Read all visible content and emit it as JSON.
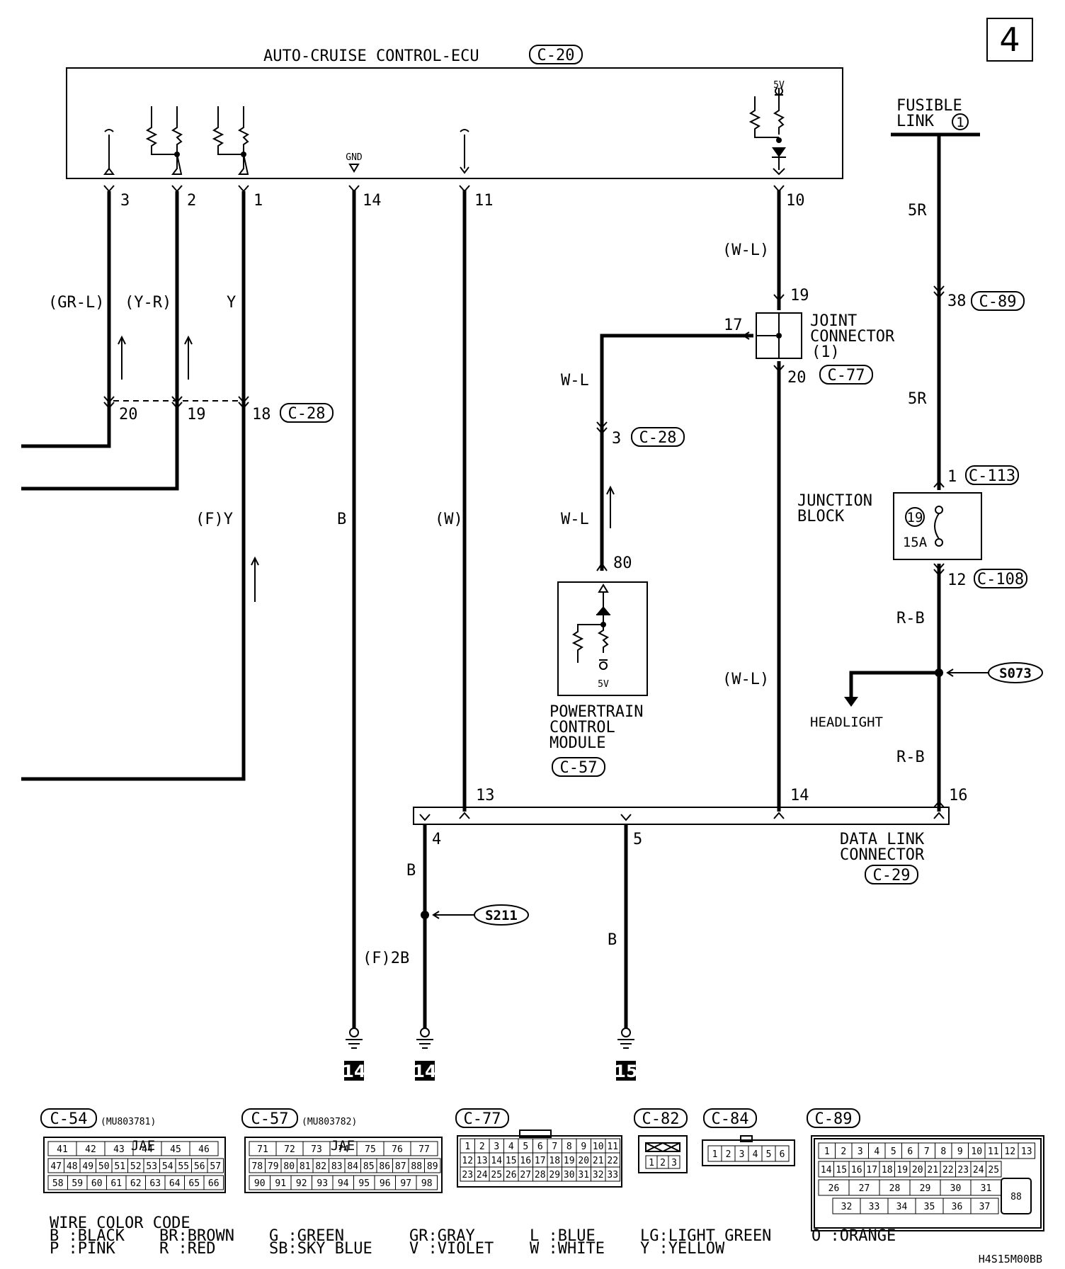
{
  "page_number": "4",
  "ecu": {
    "title": "AUTO-CRUISE CONTROL-ECU",
    "connector": "C-20",
    "gnd_label": "GND",
    "vref": "5V"
  },
  "ecu_pins": [
    "3",
    "2",
    "1",
    "14",
    "11",
    "10"
  ],
  "fusible_link": {
    "line1": "FUSIBLE",
    "line2": "LINK",
    "number": "1"
  },
  "wire_labels": {
    "gr_l": "(GR-L)",
    "y_r": "(Y-R)",
    "y": "Y",
    "f_y": "(F)Y",
    "b_main": "B",
    "w_paren": "(W)",
    "wl_paren_top": "(W-L)",
    "wl_paren_bottom": "(W-L)",
    "wl_1": "W-L",
    "wl_2": "W-L",
    "fivr_1": "5R",
    "fivr_2": "5R",
    "rb_1": "R-B",
    "rb_2": "R-B",
    "b_dlc4": "B",
    "f_2b": "(F)2B",
    "b_dlc5": "B"
  },
  "c28_pins": {
    "p20": "20",
    "p19": "19",
    "p18": "18",
    "ref": "C-28"
  },
  "joint_connector": {
    "line1": "JOINT",
    "line2": "CONNECTOR",
    "line3": "(1)",
    "pin_in": "19",
    "pin_left": "17",
    "pin_out": "20",
    "ref": "C-77"
  },
  "c28_pin3": {
    "pin": "3",
    "ref": "C-28"
  },
  "pcm": {
    "pin": "80",
    "vref": "5V",
    "line1": "POWERTRAIN",
    "line2": "CONTROL",
    "line3": "MODULE",
    "ref": "C-57"
  },
  "c89_pin": {
    "pin": "38",
    "ref": "C-89"
  },
  "junction_block": {
    "line1": "JUNCTION",
    "line2": "BLOCK",
    "pin_in": "1",
    "ref_in": "C-113",
    "fuse_no": "19",
    "fuse_rating": "15A",
    "pin_out": "12",
    "ref_out": "C-108"
  },
  "headlight": "HEADLIGHT",
  "splices": {
    "s073": "S073",
    "s211": "S211"
  },
  "dlc": {
    "line1": "DATA LINK",
    "line2": "CONNECTOR",
    "ref": "C-29",
    "top_pins": [
      "13",
      "14",
      "16"
    ],
    "bottom_pins": [
      "4",
      "5"
    ]
  },
  "grounds": [
    "14",
    "14",
    "15"
  ],
  "connectors": {
    "c54": {
      "ref": "C-54",
      "part": "(MU803781)",
      "maker": "JAE",
      "rows": [
        [
          "41",
          "42",
          "43",
          "44",
          "45",
          "46"
        ],
        [
          "47",
          "48",
          "49",
          "50",
          "51",
          "52",
          "53",
          "54",
          "55",
          "56",
          "57"
        ],
        [
          "58",
          "59",
          "60",
          "61",
          "62",
          "63",
          "64",
          "65",
          "66"
        ]
      ]
    },
    "c57": {
      "ref": "C-57",
      "part": "(MU803782)",
      "maker": "JAE",
      "rows": [
        [
          "71",
          "72",
          "73",
          "74",
          "75",
          "76",
          "77"
        ],
        [
          "78",
          "79",
          "80",
          "81",
          "82",
          "83",
          "84",
          "85",
          "86",
          "87",
          "88",
          "89"
        ],
        [
          "90",
          "91",
          "92",
          "93",
          "94",
          "95",
          "96",
          "97",
          "98"
        ]
      ]
    },
    "c77": {
      "ref": "C-77",
      "rows": [
        [
          "1",
          "2",
          "3",
          "4",
          "5",
          "6",
          "7",
          "8",
          "9",
          "10",
          "11"
        ],
        [
          "12",
          "13",
          "14",
          "15",
          "16",
          "17",
          "18",
          "19",
          "20",
          "21",
          "22"
        ],
        [
          "23",
          "24",
          "25",
          "26",
          "27",
          "28",
          "29",
          "30",
          "31",
          "32",
          "33"
        ]
      ]
    },
    "c82": {
      "ref": "C-82",
      "pins": [
        "1",
        "2",
        "3"
      ]
    },
    "c84": {
      "ref": "C-84",
      "pins": [
        "1",
        "2",
        "3",
        "4",
        "5",
        "6"
      ]
    },
    "c89": {
      "ref": "C-89",
      "row1": [
        "1",
        "2",
        "3",
        "4",
        "5",
        "6",
        "7",
        "8",
        "9",
        "10",
        "11",
        "12",
        "13"
      ],
      "row2": [
        "14",
        "15",
        "16",
        "17",
        "18",
        "19",
        "20",
        "21",
        "22",
        "23",
        "24",
        "25"
      ],
      "row3": [
        "26",
        "27",
        "28",
        "29",
        "30",
        "31"
      ],
      "row4": [
        "32",
        "33",
        "34",
        "35",
        "36",
        "37"
      ],
      "big": "88"
    }
  },
  "wire_color_code": {
    "title": "WIRE COLOR CODE",
    "items": [
      "B :BLACK",
      "BR:BROWN",
      "G :GREEN",
      "GR:GRAY",
      "L :BLUE",
      "LG:LIGHT GREEN",
      "O :ORANGE",
      "P :PINK",
      "R :RED",
      "SB:SKY BLUE",
      "V :VIOLET",
      "W :WHITE",
      "Y :YELLOW"
    ]
  },
  "drawing_number": "H4S15M00BB"
}
